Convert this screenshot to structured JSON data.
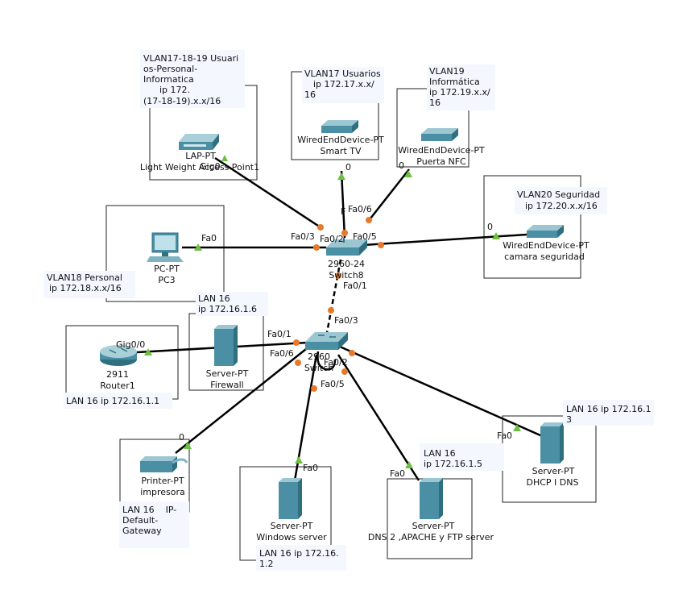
{
  "notes": {
    "lap": [
      "VLAN17-18-19 Usuari",
      "os-Personal-",
      "Informatica",
      "ip 172.",
      "(17-18-19).x.x/16"
    ],
    "tv": [
      "VLAN17 Usuarios",
      "ip 172.17.x.x/",
      "16"
    ],
    "nfc": [
      "VLAN19",
      "Informática",
      "ip 172.19.x.x/",
      "16"
    ],
    "cam": [
      "VLAN20 Seguridad",
      "ip 172.20.x.x/16"
    ],
    "pc": [
      "VLAN18 Personal",
      "ip 172.18.x.x/16"
    ],
    "fw": [
      "LAN 16",
      "ip 172.16.1.6"
    ],
    "router": [
      "LAN 16 ip 172.16.1.1"
    ],
    "dhcp": [
      "LAN 16 ip 172.16.1",
      "3"
    ],
    "dns": [
      "LAN 16",
      "ip 172.16.1.5"
    ],
    "win": [
      "LAN 16 ip 172.16.",
      "1.2"
    ],
    "printer": [
      "LAN 16    IP-",
      "Default-",
      "Gateway"
    ]
  },
  "devices": {
    "lap": [
      "LAP-PT",
      "Light Weight Access Point1"
    ],
    "tv": [
      "WiredEndDevice-PT",
      "Smart TV"
    ],
    "nfc": [
      "WiredEndDevice-PT",
      "Puerta NFC"
    ],
    "cam": [
      "WiredEndDevice-PT",
      "camara seguridad"
    ],
    "pc": [
      "PC-PT",
      "PC3"
    ],
    "switch8": [
      "2960-24",
      "Switch8"
    ],
    "switch_main": [
      "2960",
      "Switch"
    ],
    "router": [
      "2911",
      "Router1"
    ],
    "fw": [
      "Server-PT",
      "Firewall"
    ],
    "printer": [
      "Printer-PT",
      "impresora"
    ],
    "win": [
      "Server-PT",
      "Windows server"
    ],
    "dns": [
      "Server-PT",
      "DNS 2 ,APACHE y FTP server"
    ],
    "dhcp": [
      "Server-PT",
      "DHCP I DNS"
    ]
  },
  "ports": {
    "lap_end": "Gig0",
    "sw8_lap": "Fa0/3",
    "tv_end": "0",
    "sw8_tv": "F",
    "nfc_end": "0",
    "sw8_nfc": "Fa0/6",
    "sw8_pc": "Fa0/2",
    "pc_end": "Fa0",
    "sw8_cam": "Fa0/5",
    "cam_end": "0",
    "sw8_uplink": "Fa0/1",
    "sw_uplink": "Fa0/3",
    "sw_fw": "Fa0/1",
    "sw_fw2": "Fa0/6",
    "router_end": "Gig0/0",
    "sw_dns": "Fa0/2",
    "sw_win": "Fa0/5",
    "win_end": "Fa0",
    "dns_end": "Fa0",
    "dhcp_end": "Fa0",
    "printer_end": "0"
  }
}
